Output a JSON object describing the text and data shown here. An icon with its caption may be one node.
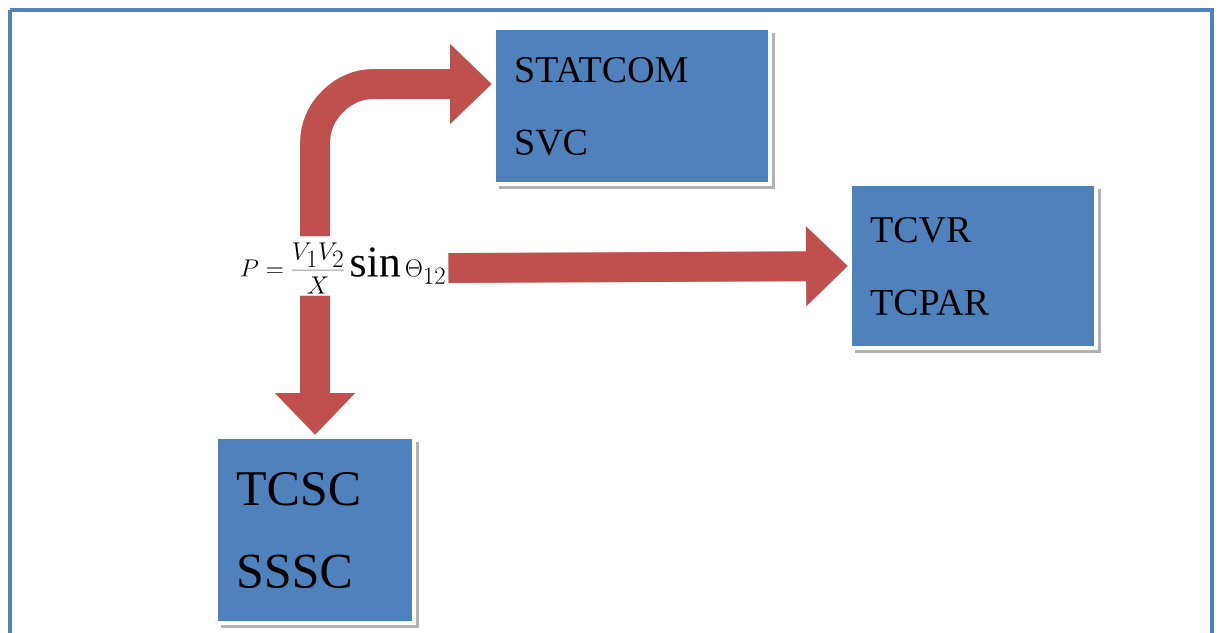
{
  "diagram": {
    "nodes": [
      {
        "text": [
          "P =\\frac{V_1V_2}{X}\\sin\\Theta_{12}"
        ]
      },
      {
        "text": [
          "STATCOM",
          "SVC"
        ]
      },
      {
        "text": [
          "TCVR",
          "TCPAR"
        ]
      },
      {
        "text": [
          "TCSC",
          "SSSC"
        ]
      }
    ],
    "edges": [
      {
        "from": 0,
        "to": 1,
        "arrow": "to"
      },
      {
        "from": 0,
        "to": 2,
        "arrow": "to"
      },
      {
        "from": 0,
        "to": 3,
        "arrow": "to"
      }
    ]
  }
}
